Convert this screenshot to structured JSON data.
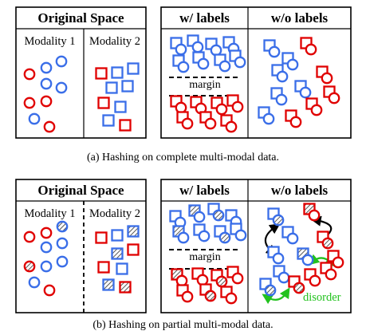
{
  "rows": [
    {
      "original_title": "Original Space",
      "modality_1_label": "Modality 1",
      "modality_2_label": "Modality 2",
      "with_labels_title": "w/ labels",
      "without_labels_title": "w/o labels",
      "margin_label": "margin",
      "caption": "(a)  Hashing on complete multi-modal data."
    },
    {
      "original_title": "Original Space",
      "modality_1_label": "Modality 1",
      "modality_2_label": "Modality 2",
      "with_labels_title": "w/ labels",
      "without_labels_title": "w/o labels",
      "margin_label": "margin",
      "disorder_label": "disorder",
      "caption": "(b)  Hashing on partial multi-modal data."
    }
  ],
  "colors": {
    "red": "#e00000",
    "blue": "#3a6ee8",
    "green": "#22c21e",
    "hatch": "#555555"
  }
}
